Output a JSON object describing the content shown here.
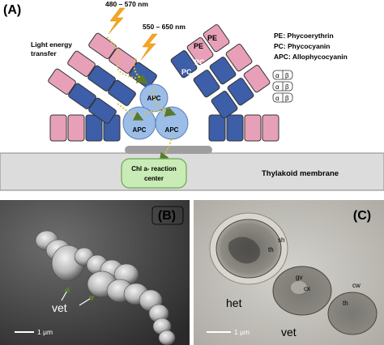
{
  "panels": {
    "a": {
      "label": "(A)",
      "wavelength_blue": "480 – 570 nm",
      "wavelength_red": "550 – 650 nm",
      "light_transfer": [
        "Light energy",
        "transfer"
      ],
      "legend": [
        "PE: Phycoerythrin",
        "PC: Phycocyanin",
        "APC: Allophycocyanin"
      ],
      "alpha_beta": [
        "α",
        "β"
      ],
      "rod_labels": {
        "pe": "PE",
        "pc": "PC"
      },
      "core_label": "APC",
      "reaction_center": [
        "Chl a- reaction",
        "center"
      ],
      "membrane_label": "Thylakoid membrane"
    },
    "b": {
      "label": "(B)",
      "annotation": "vet",
      "scale_bar": "1 μm"
    },
    "c": {
      "label": "(C)",
      "annotations": {
        "sh": "sh",
        "th1": "th",
        "gv": "gv",
        "cx": "cx",
        "cw": "cw",
        "th2": "th",
        "het": "het",
        "vet": "vet"
      },
      "scale_bar": "1 μm"
    }
  },
  "colors": {
    "pe": "#e8a0b8",
    "pc": "#3d5ea8",
    "apc": "#9bbde6",
    "rc": "#c9ebb5",
    "membrane": "#dcdcdc",
    "lightning": "#f5a623"
  }
}
